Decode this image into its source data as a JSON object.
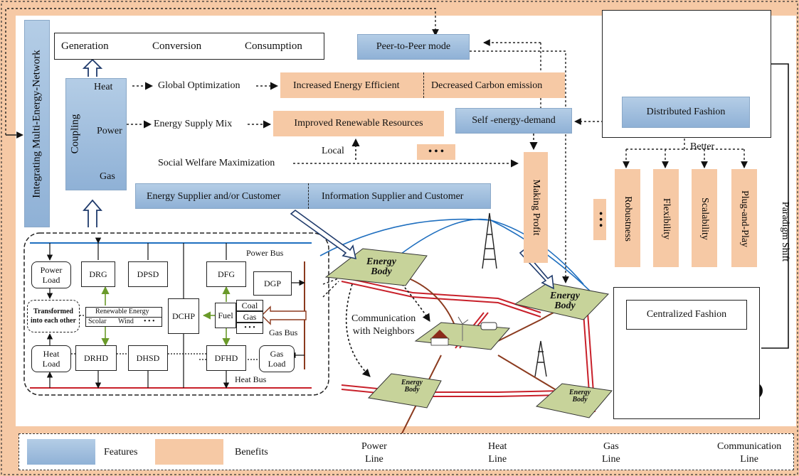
{
  "flow": {
    "generation": "Generation",
    "conversion": "Conversion",
    "consumption": "Consumption"
  },
  "left_vertical": "Integrating Multi-Energy-Network",
  "coupling": {
    "label": "Coupling",
    "heat": "Heat",
    "power": "Power",
    "gas": "Gas"
  },
  "rows": {
    "global_opt": "Global Optimization",
    "supply_mix": "Energy Supply Mix",
    "social_welfare": "Social Welfare Maximization",
    "local": "Local"
  },
  "benefits": {
    "increased_efficiency": "Increased Energy Efficient",
    "decreased_carbon": "Decreased Carbon emission",
    "renewable": "Improved Renewable Resources",
    "making_profit": "Making Profit",
    "robustness": "Robustness",
    "flexibility": "Flexibility",
    "scalability": "Scalability",
    "plug_and_play": "Plug-and-Play"
  },
  "features": {
    "p2p": "Peer-to-Peer mode",
    "self_demand": "Self -energy-demand",
    "energy_supplier": "Energy Supplier and/or Customer",
    "info_supplier": "Information Supplier and Customer",
    "distributed": "Distributed Fashion"
  },
  "right": {
    "better": "Better",
    "paradigm_shift": "Paradigm Shift",
    "centralized": "Centralized Fashion",
    "dots": "• • •"
  },
  "system": {
    "power_bus": "Power Bus",
    "gas_bus": "Gas Bus",
    "heat_bus": "Heat Bus",
    "power_load": "Power\nLoad",
    "heat_load": "Heat\nLoad",
    "gas_load": "Gas\nLoad",
    "transformed": "Transformed\ninto each other",
    "drg": "DRG",
    "dpsd": "DPSD",
    "dfg": "DFG",
    "dgp": "DGP",
    "dchp": "DCHP",
    "drhd": "DRHD",
    "dhsd": "DHSD",
    "dfhd": "DFHD",
    "renewable": "Renewable Energy",
    "scolar": "Scolar",
    "wind": "Wind",
    "more": "• • •",
    "fuel": "Fuel",
    "coal": "Coal",
    "gas": "Gas",
    "fuel_more": "• • •"
  },
  "bodies": {
    "energy_body": "Energy Body",
    "communication": "Communication\nwith Neighbors"
  },
  "legend": {
    "features": "Features",
    "benefits": "Benefits",
    "power_line": "Power\nLine",
    "heat_line": "Heat\nLine",
    "gas_line": "Gas\nLine",
    "comm_line": "Communication\nLine"
  },
  "colors": {
    "feature": "#9cbbdc",
    "benefit": "#f6c9a5",
    "power": "#1f6fbf",
    "heat": "#c8202a",
    "gas": "#8b3a1e",
    "comm": "#1f6fbf"
  }
}
